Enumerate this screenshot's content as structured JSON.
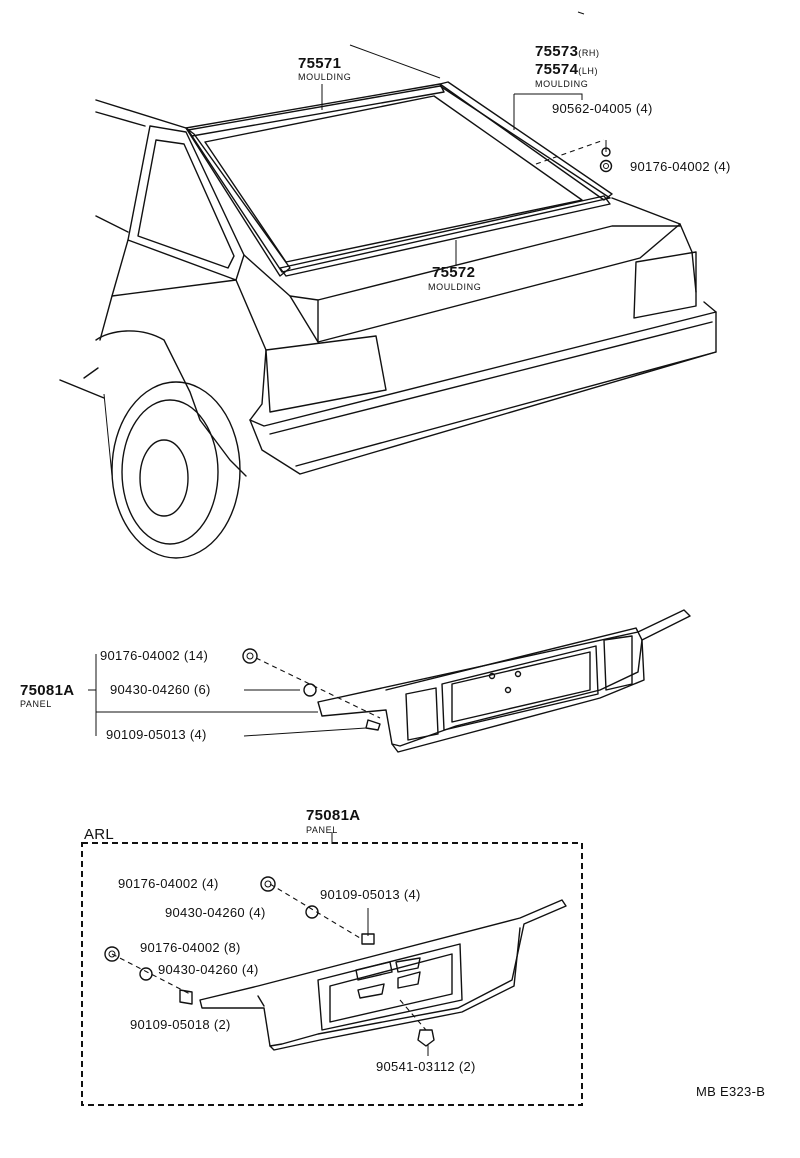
{
  "callouts": {
    "moulding_top": {
      "part": "75571",
      "name": "MOULDING"
    },
    "moulding_side_rh": "75573",
    "moulding_side_rh_sfx": "(RH)",
    "moulding_side_lh": "75574",
    "moulding_side_lh_sfx": "(LH)",
    "moulding_side_name": "MOULDING",
    "side_clip": "90562-04005  (4)",
    "side_nut": "90176-04002  (4)",
    "moulding_bottom": {
      "part": "75572",
      "name": "MOULDING"
    }
  },
  "panel_std": {
    "part": "75081A",
    "name": "PANEL",
    "fasteners": [
      "90176-04002 (14)",
      "90430-04260  (6)",
      "90109-05013  (4)"
    ]
  },
  "panel_arl": {
    "part": "75081A",
    "name": "PANEL",
    "variant": "ARL",
    "fasteners": [
      "90176-04002  (4)",
      "90109-05013  (4)",
      "90430-04260  (4)",
      "90176-04002  (8)",
      "90430-04260  (4)",
      "90109-05018  (2)",
      "90541-03112  (2)"
    ]
  },
  "drawing_code": "MB E323-B"
}
